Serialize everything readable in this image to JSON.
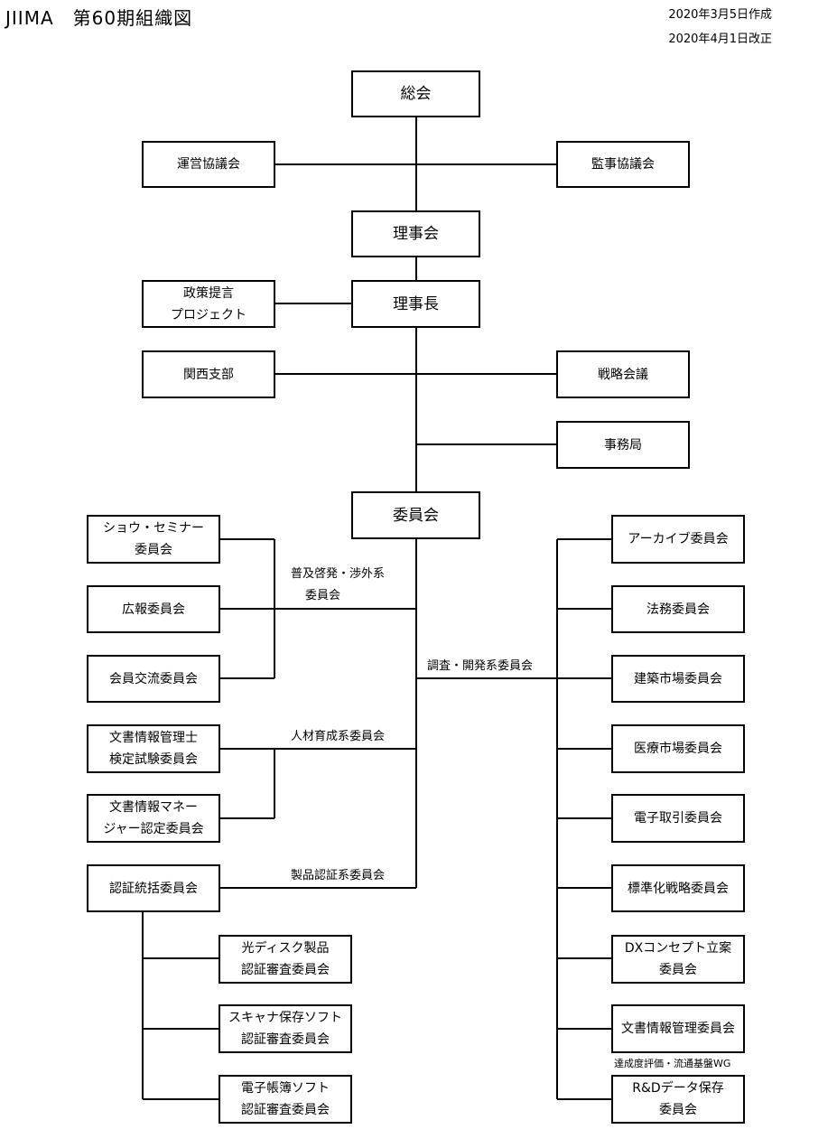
{
  "header": {
    "title": "JIIMA　第60期組織図",
    "date_created": "2020年3月5日作成",
    "date_revised": "2020年4月1日改正"
  },
  "boxes": {
    "soukai": "総会",
    "uneikyougikai": "運営協議会",
    "kanjikyougikai": "監事協議会",
    "rijikai": "理事会",
    "seisaku_line1": "政策提言",
    "seisaku_line2": "プロジェクト",
    "rijichou": "理事長",
    "kansai": "関西支部",
    "senryaku": "戦略会議",
    "jimukyoku": "事務局",
    "iinkai": "委員会",
    "show_line1": "ショウ・セミナー",
    "show_line2": "委員会",
    "kouhou": "広報委員会",
    "kaiin": "会員交流委員会",
    "kentei_line1": "文書情報管理士",
    "kentei_line2": "検定試験委員会",
    "manager_line1": "文書情報マネー",
    "manager_line2": "ジャー認定委員会",
    "ninshou": "認証統括委員会",
    "optical_line1": "光ディスク製品",
    "optical_line2": "認証審査委員会",
    "scanner_line1": "スキャナ保存ソフト",
    "scanner_line2": "認証審査委員会",
    "ebook_line1": "電子帳簿ソフト",
    "ebook_line2": "認証審査委員会",
    "archive": "アーカイブ委員会",
    "houmu": "法務委員会",
    "kenchiku": "建築市場委員会",
    "iryou": "医療市場委員会",
    "denshi": "電子取引委員会",
    "hyoujunka": "標準化戦略委員会",
    "dx_line1": "DXコンセプト立案",
    "dx_line2": "委員会",
    "bunsho": "文書情報管理委員会",
    "rd_line1": "R&Dデータ保存",
    "rd_line2": "委員会"
  },
  "labels": {
    "fukyu_line1": "普及啓発・渉外系",
    "fukyu_line2": "委員会",
    "chousa": "調査・開発系委員会",
    "jinzai": "人材育成系委員会",
    "seihin": "製品認証系委員会",
    "wg_note": "達成度評価・流通基盤WG"
  }
}
